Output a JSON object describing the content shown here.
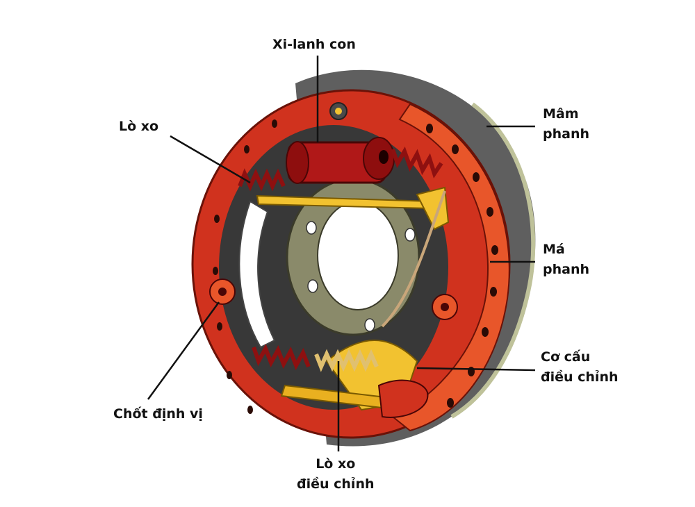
{
  "diagram": {
    "labels": {
      "wheel_cylinder": "Xi-lanh con",
      "spring": "Lò xo",
      "backing_plate": [
        "Mâm",
        "phanh"
      ],
      "brake_shoe": [
        "Má",
        "phanh"
      ],
      "adjuster": [
        "Cơ cấu",
        "điều chỉnh"
      ],
      "locating_pin": "Chốt định vị",
      "adjuster_spring": [
        "Lò xo",
        "điều chỉnh"
      ]
    },
    "colors": {
      "shoe_red": "#d0321e",
      "shoe_orange": "#e8562a",
      "drum_gray": "#5f5f5f",
      "hub_olive": "#8a8a6a",
      "linkage_yellow": "#f2c230",
      "cylinder_red": "#b01818",
      "label_text": "#111111",
      "leader_line": "#111111"
    }
  }
}
